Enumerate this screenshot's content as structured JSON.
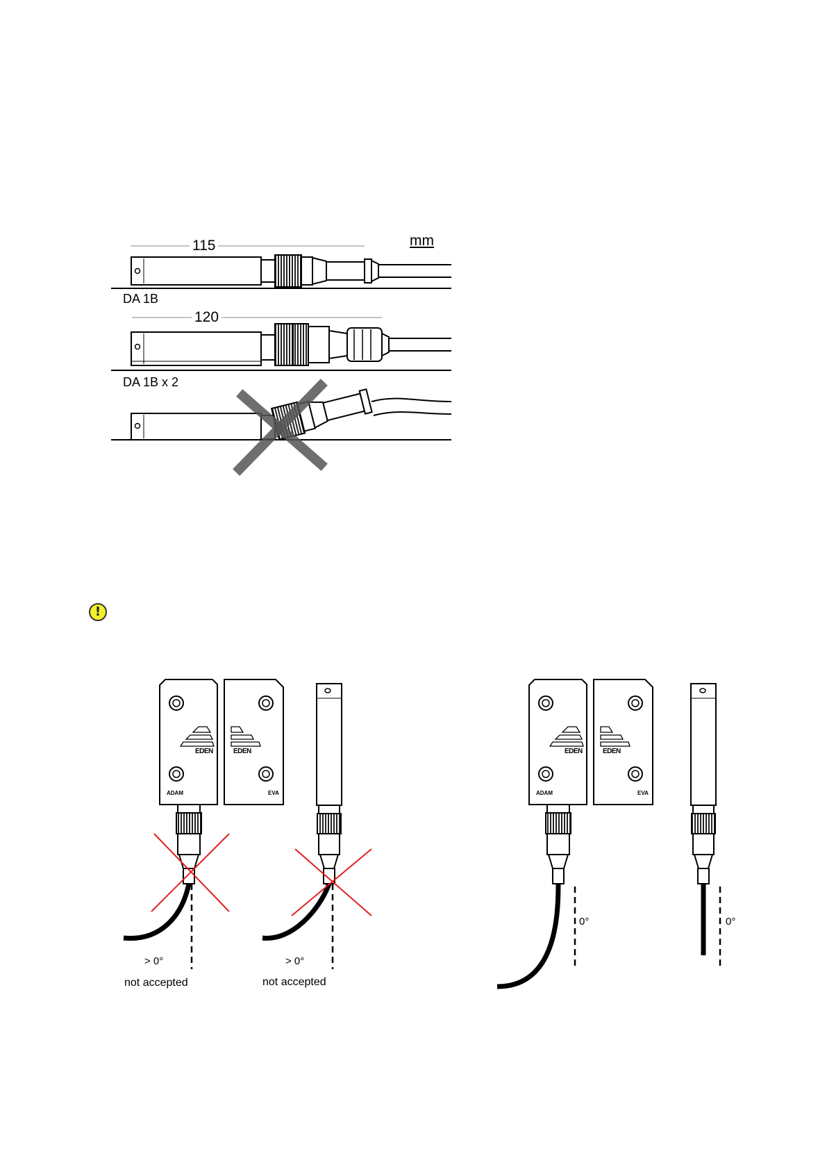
{
  "dimension_diagram": {
    "unit": "mm",
    "rows": [
      {
        "dimension": "115",
        "model": "DA 1B"
      },
      {
        "dimension": "120",
        "model": "DA 1B x 2"
      },
      {
        "dimension": "",
        "model": ""
      }
    ]
  },
  "warning": {
    "icon": "exclamation-icon",
    "color": "#f3ef2a",
    "glyph": "!"
  },
  "cable_diagram": {
    "sensor_logo": "EDEN",
    "sensor_a": "ADAM",
    "sensor_e": "EVA",
    "wrong_angle": "> 0°",
    "wrong_caption": "not accepted",
    "right_angle": "0°",
    "cross_color": "#e02020"
  }
}
